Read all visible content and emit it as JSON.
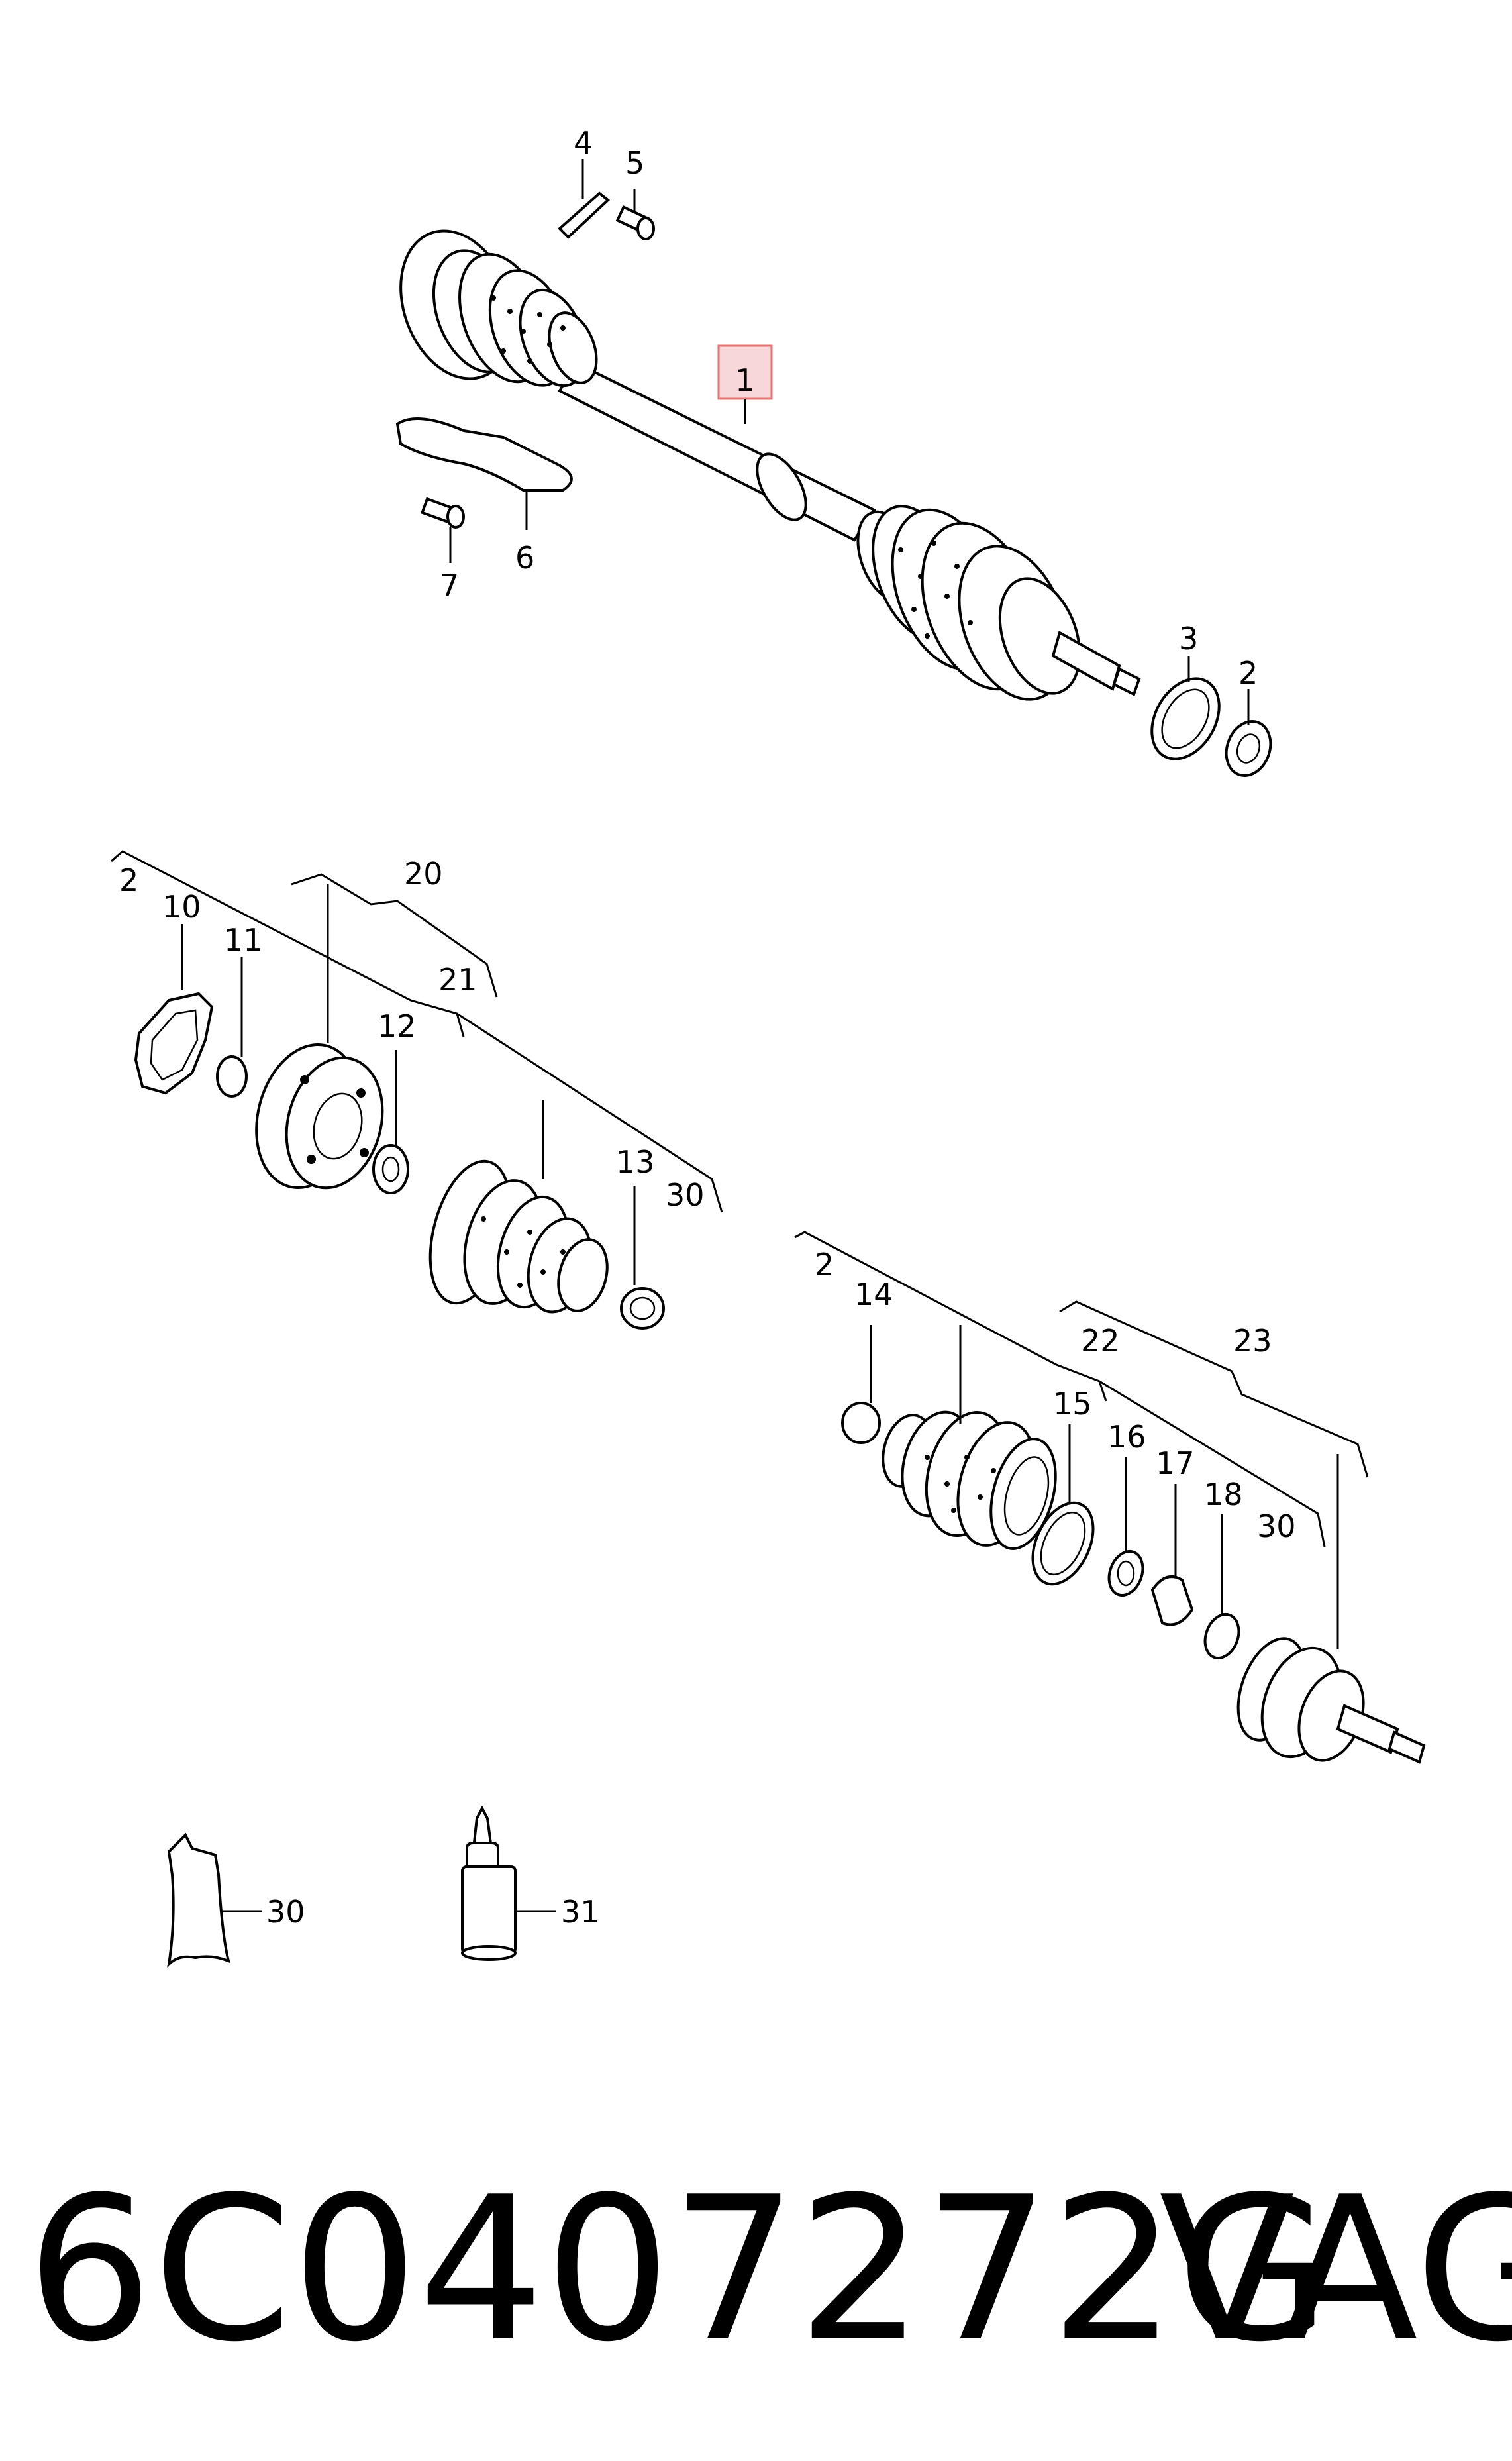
{
  "labels": {
    "l1": "1",
    "l2a": "2",
    "l3": "3",
    "l4": "4",
    "l5": "5",
    "l6": "6",
    "l7": "7",
    "l2b": "2",
    "l10": "10",
    "l11": "11",
    "l20": "20",
    "l21": "21",
    "l12": "12",
    "l13": "13",
    "l30a": "30",
    "l2c": "2",
    "l14": "14",
    "l22": "22",
    "l23": "23",
    "l15": "15",
    "l16": "16",
    "l17": "17",
    "l18": "18",
    "l30b": "30",
    "l30c": "30",
    "l31": "31"
  },
  "footer": {
    "part_number": "6C0407272G",
    "brand": "VAG"
  },
  "colors": {
    "highlight_fill": "#f8d7da",
    "highlight_stroke": "#e57373",
    "ink": "#000000"
  }
}
